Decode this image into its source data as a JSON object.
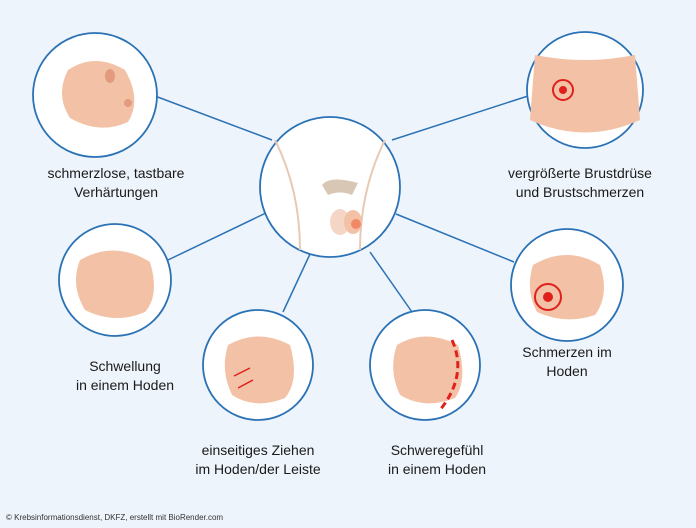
{
  "symptoms": {
    "hardening": {
      "line1": "schmerzlose, tastbare",
      "line2": "Verhärtungen"
    },
    "breast": {
      "line1": "vergrößerte Brustdrüse",
      "line2": "und Brustschmerzen"
    },
    "swelling": {
      "line1": "Schwellung",
      "line2": "in einem Hoden"
    },
    "pulling": {
      "line1": "einseitiges Ziehen",
      "line2": "im Hoden/der Leiste"
    },
    "heaviness": {
      "line1": "Schweregefühl",
      "line2": "in einem Hoden"
    },
    "pain": {
      "line1": "Schmerzen im",
      "line2": "Hoden"
    }
  },
  "footer": "© Krebsinformationsdienst, DKFZ, erstellt mit BioRender.com",
  "colors": {
    "circle": "#2b72b5",
    "skin": "#f3c2a6",
    "pain": "#e0201c",
    "background": "#eef4fb"
  }
}
